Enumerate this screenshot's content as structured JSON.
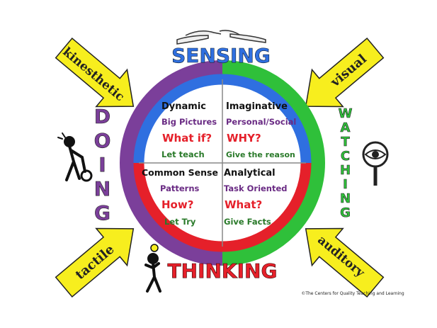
{
  "title_top": "SENSING",
  "title_bottom": "THINKING",
  "title_left": "DOING",
  "title_right": "WATCHING",
  "arrows": {
    "top_left": "kinesthetic",
    "top_right": "visual",
    "bottom_left": "tactile",
    "bottom_right": "auditory"
  },
  "quadrants": [
    {
      "heading": "Dynamic",
      "trait": "Big Pictures",
      "question": "What if?",
      "approach": "Let teach"
    },
    {
      "heading": "Imaginative",
      "trait": "Personal/Social",
      "question": "WHY?",
      "approach": "Give the reason"
    },
    {
      "heading": "Common Sense",
      "trait": "Patterns",
      "question": "How?",
      "approach": "Let Try"
    },
    {
      "heading": "Analytical",
      "trait": "Task Oriented",
      "question": "What?",
      "approach": "Give Facts"
    }
  ],
  "copyright": "©The Centers for Quality Teaching and Learning",
  "colors": {
    "purple": "#7b3f9a",
    "green": "#2fc03a",
    "blue": "#2f6fe0",
    "red": "#e5202a",
    "yellow": "#f7ee1e"
  }
}
